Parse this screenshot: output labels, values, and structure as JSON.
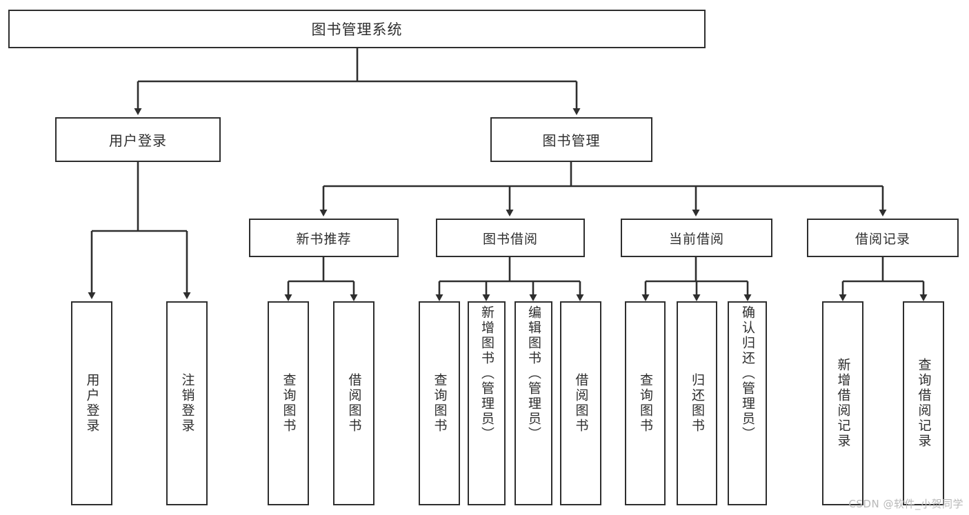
{
  "diagram": {
    "type": "tree-hierarchy-chart",
    "title": "图书管理系统",
    "root": {
      "label": "图书管理系统"
    },
    "level1": [
      {
        "label": "用户登录"
      },
      {
        "label": "图书管理"
      }
    ],
    "level2": [
      {
        "label": "新书推荐"
      },
      {
        "label": "图书借阅"
      },
      {
        "label": "当前借阅"
      },
      {
        "label": "借阅记录"
      }
    ],
    "leaves": {
      "user_login": [
        {
          "label": "用户登录"
        },
        {
          "label": "注销登录"
        }
      ],
      "new_book_recommend": [
        {
          "label": "查询图书"
        },
        {
          "label": "借阅图书"
        }
      ],
      "book_borrow": [
        {
          "label": "查询图书"
        },
        {
          "label": "新增图书（管理员）"
        },
        {
          "label": "编辑图书（管理员）"
        },
        {
          "label": "借阅图书"
        }
      ],
      "current_borrow": [
        {
          "label": "查询图书"
        },
        {
          "label": "归还图书"
        },
        {
          "label": "确认归还（管理员）"
        }
      ],
      "borrow_record": [
        {
          "label": "新增借阅记录"
        },
        {
          "label": "查询借阅记录"
        }
      ]
    }
  },
  "watermark": {
    "text": "CSDN @软件_小贺同学"
  },
  "colors": {
    "stroke": "#2e2e2e",
    "text": "#2e2e2e",
    "background": "#ffffff",
    "watermark": "#b8b8b8"
  }
}
